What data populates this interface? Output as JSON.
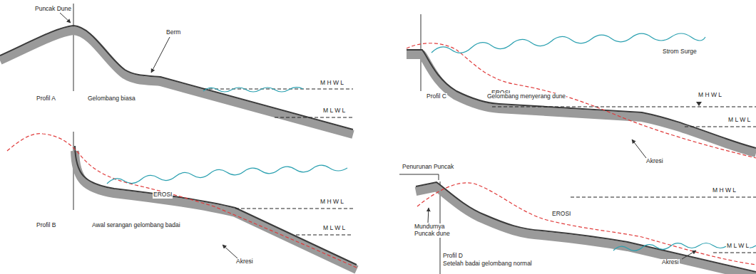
{
  "diagram": {
    "labels": [
      "Puncak Dune",
      "Berm",
      "M H W L",
      "M L W L",
      "Profil A",
      "Gelombang biasa",
      "Strom Surge",
      "M H W L",
      "EROSI",
      "M L W L",
      "Profil C",
      "Gelombang menyerang dune",
      "Akresi",
      "EROSI",
      "M H W L",
      "M L W L",
      "Profil B",
      "Awal serangan gelombang badai",
      "Akresi",
      "Penurunan Puncak",
      "Mundurnya Puncak dune",
      "EROSI",
      "M H W L",
      "M L W L",
      "Profil D",
      "Setelah badai gelombang normal",
      "Akresi"
    ]
  }
}
